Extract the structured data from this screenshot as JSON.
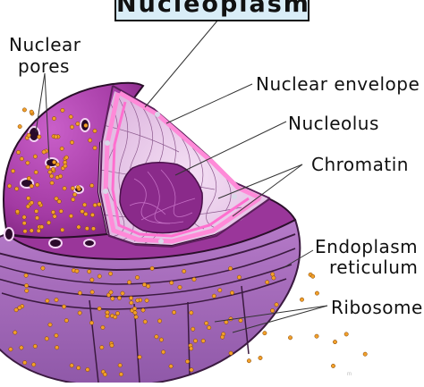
{
  "title": "Nucleoplasm",
  "labels": {
    "nuclear_pores_line1": "Nuclear",
    "nuclear_pores_line2": "pores",
    "nuclear_envelope": "Nuclear envelope",
    "nucleolus": "Nucleolus",
    "chromatin": "Chromatin",
    "endoplasmic_reticulum_line1": "Endoplasm",
    "endoplasmic_reticulum_line2": "reticulum",
    "ribosomes": "Ribosome"
  },
  "watermark": "m",
  "colors": {
    "nucleus_outer": "#a83ba8",
    "nucleus_dark": "#7a1f7a",
    "envelope_pink": "#ff8ad8",
    "cut_interior": "#e9c6ea",
    "nucleolus": "#8a2a8a",
    "er_lower": "#a36ab8",
    "ribosome_dot": "#f2a02a",
    "title_bg": "#d9edf7"
  }
}
